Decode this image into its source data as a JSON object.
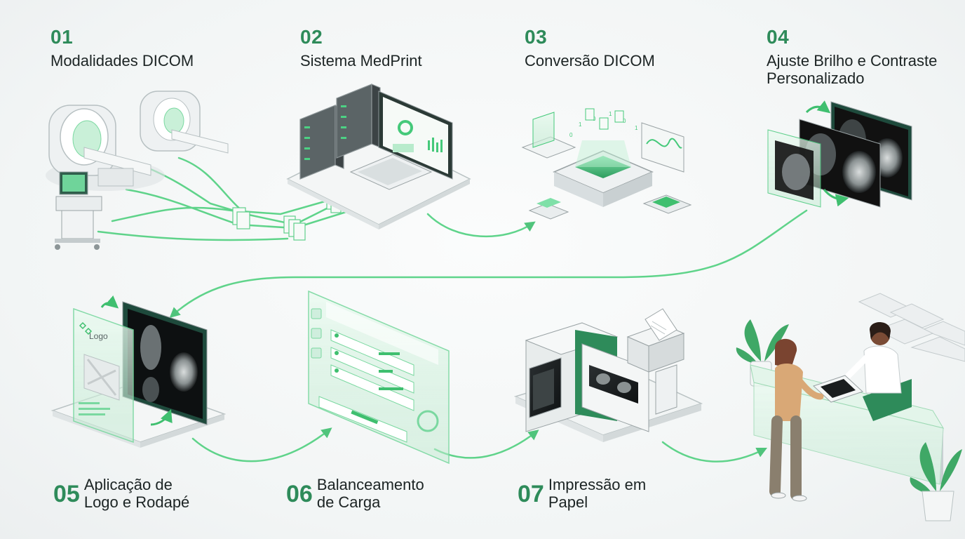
{
  "steps_top": [
    {
      "number": "01",
      "title_lines": [
        "Modalidades DICOM"
      ]
    },
    {
      "number": "02",
      "title_lines": [
        "Sistema MedPrint"
      ]
    },
    {
      "number": "03",
      "title_lines": [
        "Conversão DICOM"
      ]
    },
    {
      "number": "04",
      "title_lines": [
        "Ajuste Brilho e Contraste",
        "Personalizado"
      ]
    }
  ],
  "steps_bottom": [
    {
      "number": "05",
      "title_lines": [
        "Aplicação de",
        "Logo e Rodapé"
      ]
    },
    {
      "number": "06",
      "title_lines": [
        "Balanceamento",
        "de Carga"
      ]
    },
    {
      "number": "07",
      "title_lines": [
        "Impressão em",
        "Papel"
      ]
    }
  ],
  "logo_card_label": "Logo",
  "colors": {
    "accent": "#2e8b5a",
    "flow": "#45c97a",
    "dark_panel": "#1e4a3c",
    "device": "#e7ebec"
  }
}
